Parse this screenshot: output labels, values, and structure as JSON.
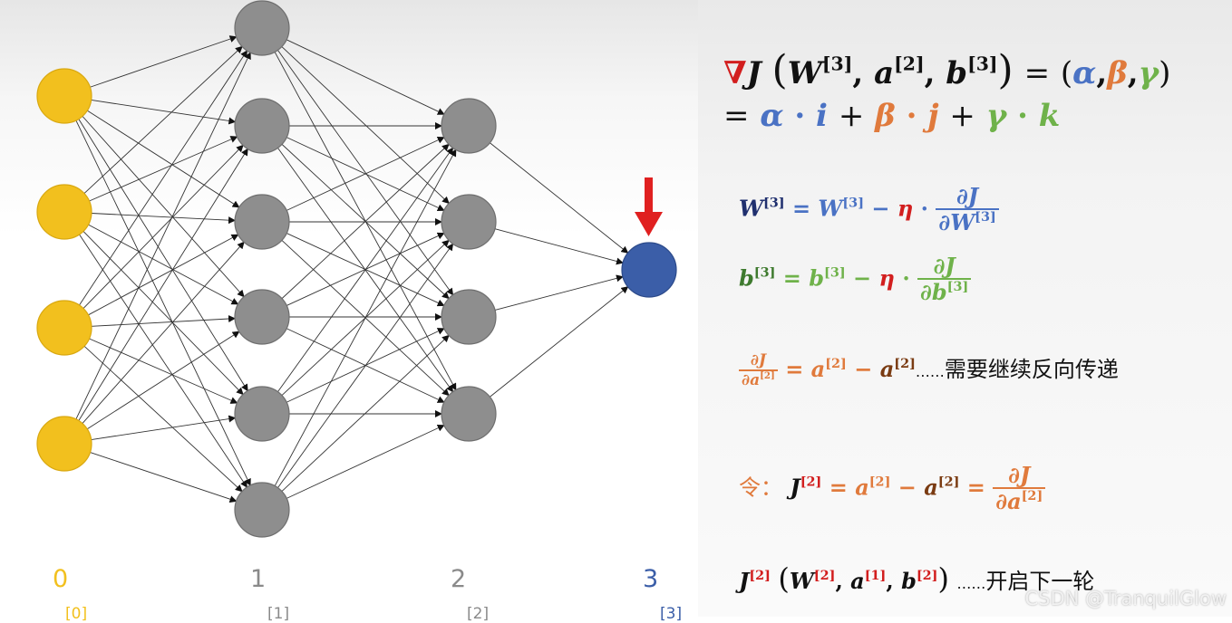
{
  "network": {
    "layer_labels": [
      {
        "text": "0",
        "color": "#f2c01e"
      },
      {
        "text": "1",
        "color": "#8a8a8a"
      },
      {
        "text": "2",
        "color": "#8a8a8a"
      },
      {
        "text": "3",
        "color": "#3b5ea8"
      }
    ],
    "bottom_sups": [
      "[0]",
      "[1]",
      "[2]",
      "[3]"
    ],
    "node_colors": {
      "input": "#f2c01e",
      "hidden": "#8e8e8e",
      "output": "#3b5ea8",
      "arrow": "#e02020"
    }
  },
  "gradient": {
    "nabla": "∇",
    "line1": {
      "J": "J",
      "open": "(",
      "W": "W",
      "W_sup": "[3]",
      "a": "a",
      "a_sup": "[2]",
      "b": "b",
      "b_sup": "[3]",
      "close": ")",
      "eq": "=",
      "tuple_open": "(",
      "alpha": "α",
      "beta": "β",
      "gamma": "γ",
      "tuple_close": ")"
    },
    "line2": {
      "eq": "=",
      "alpha": "α",
      "dot": "·",
      "i": "i",
      "plus": "+",
      "beta": "β",
      "j": "j",
      "gamma": "γ",
      "k": "k"
    }
  },
  "updates": {
    "W": {
      "lhs": "W",
      "sup": "[3]",
      "eq": "=",
      "rhs": "W",
      "minus": "−",
      "eta": "η",
      "dot": "·",
      "num": "∂J",
      "den": "∂W",
      "den_sup": "[3]"
    },
    "b": {
      "lhs": "b",
      "sup": "[3]",
      "eq": "=",
      "rhs": "b",
      "minus": "−",
      "eta": "η",
      "dot": "·",
      "num": "∂J",
      "den": "∂b",
      "den_sup": "[3]"
    }
  },
  "dJda": {
    "num": "∂J",
    "den": "∂a",
    "den_sup": "[2]",
    "eq": "=",
    "a1": "a",
    "a1_sup": "[2]",
    "minus": "−",
    "a2": "a",
    "a2_sup": "[2]",
    "dots": "……",
    "note": "需要继续反向传递"
  },
  "let": {
    "prefix": "令：",
    "J": "J",
    "J_sup": "[2]",
    "eq": "=",
    "a1": "a",
    "a1_sup": "[2]",
    "minus": "−",
    "a2": "a",
    "a2_sup": "[2]",
    "eq2": "=",
    "num": "∂J",
    "den": "∂a",
    "den_sup": "[2]"
  },
  "next": {
    "J": "J",
    "J_sup": "[2]",
    "open": "(",
    "W": "W",
    "W_sup": "[2]",
    "a": "a",
    "a_sup": "[1]",
    "b": "b",
    "b_sup": "[2]",
    "close": ")",
    "dots": "……",
    "note": "开启下一轮"
  },
  "watermark": "CSDN @TranquilGlow"
}
